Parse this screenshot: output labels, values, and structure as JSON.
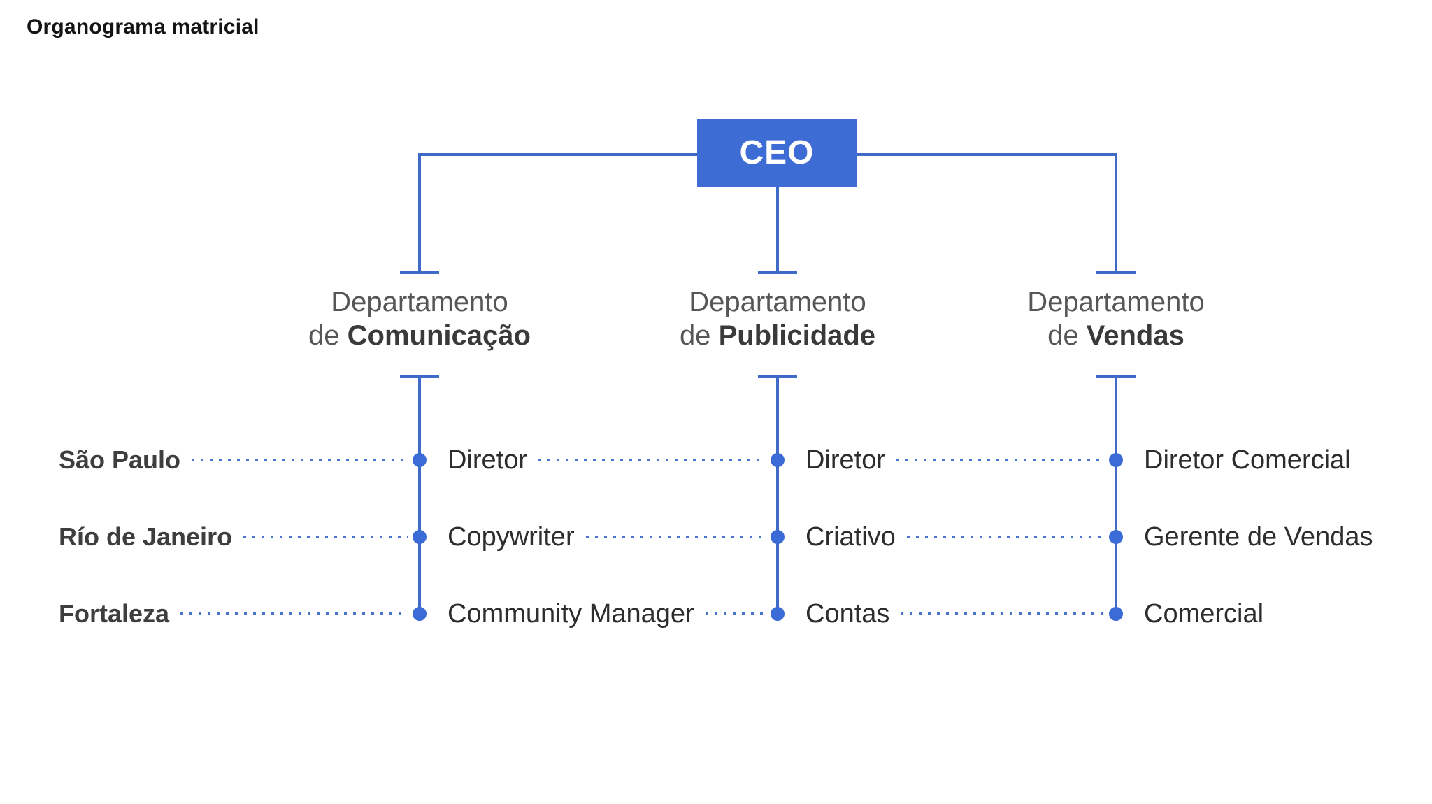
{
  "title": "Organograma matricial",
  "theme": {
    "accent_blue": "#3e6cd5",
    "line_blue": "#3f6ac8",
    "dot_blue": "#3b6bd6",
    "dotted_blue": "#4a73d0",
    "dept_gray": "#565656",
    "dept_dark": "#3a3a3a",
    "row_label": "#3e3e3e",
    "role_text": "#2d2d2d",
    "title_color": "#141414"
  },
  "root": {
    "label": "CEO"
  },
  "departments": [
    {
      "line1": "Departamento",
      "connector": "de",
      "name": "Comunicação"
    },
    {
      "line1": "Departamento",
      "connector": "de",
      "name": "Publicidade"
    },
    {
      "line1": "Departamento",
      "connector": "de",
      "name": "Vendas"
    }
  ],
  "matrix": {
    "rows": [
      {
        "location": "São Paulo",
        "roles": [
          "Diretor",
          "Diretor",
          "Diretor Comercial"
        ]
      },
      {
        "location": "Río de Janeiro",
        "roles": [
          "Copywriter",
          "Criativo",
          "Gerente de Vendas"
        ]
      },
      {
        "location": "Fortaleza",
        "roles": [
          "Community Manager",
          "Contas",
          "Comercial"
        ]
      }
    ]
  }
}
